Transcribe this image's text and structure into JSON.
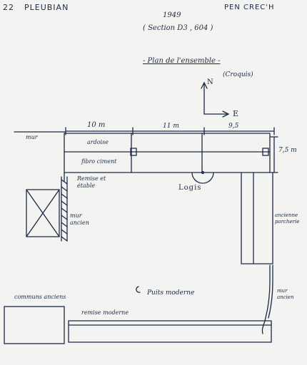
{
  "header": {
    "number": "22",
    "commune": "PLEUBIAN",
    "place": "PEN CREC'H",
    "year": "1949",
    "section": "( Section D3 , 604 )"
  },
  "plan": {
    "title": "- Plan de l'ensemble -",
    "subtitle": "(Croquis)",
    "north": "N",
    "east": "E"
  },
  "dimensions": {
    "d1": "10 m",
    "d2": "11 m",
    "d3": "9,5",
    "height": "7,5 m"
  },
  "labels": {
    "mur_left": "mur",
    "ardoise": "ardoise",
    "fibro": "fibro ciment",
    "remise_etable": "Remise et étable",
    "logis": "Logis",
    "mur_ancien": "mur ancien",
    "porcherie": "ancienne porcherie",
    "puits": "Puits moderne",
    "mur_ancien_right": "mur ancien",
    "communs": "communs anciens",
    "remise_moderne": "remise moderne"
  }
}
